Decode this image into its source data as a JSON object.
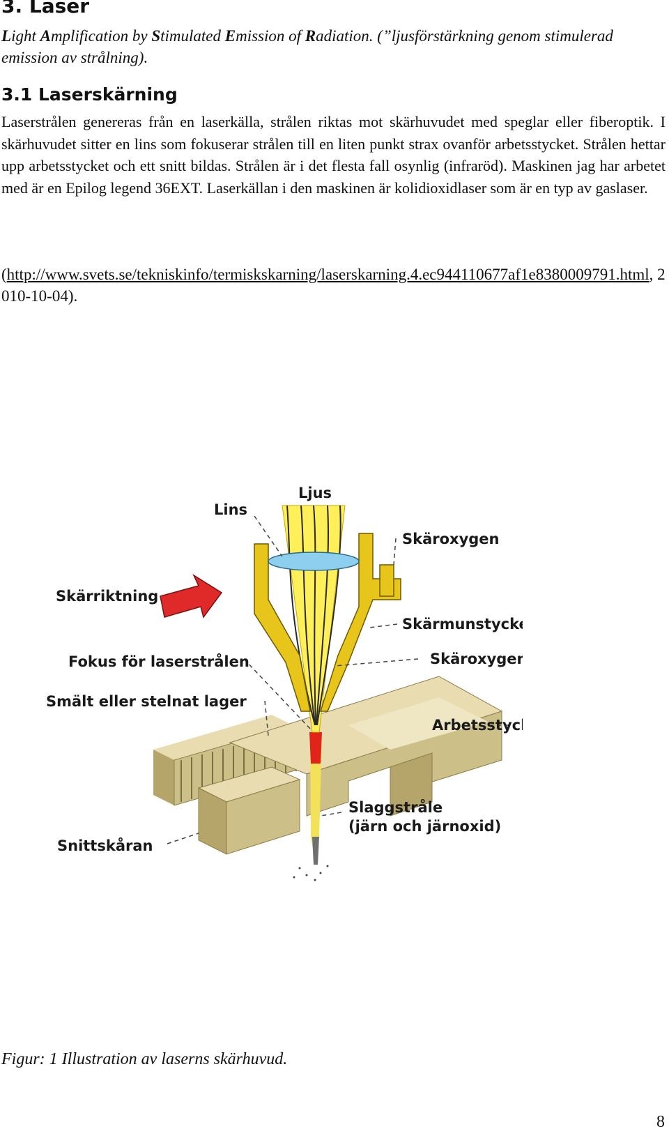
{
  "section": {
    "title": "3. Laser"
  },
  "subtitle": {
    "parts": [
      {
        "b": "L",
        "t": "ight "
      },
      {
        "b": "A",
        "t": "mplification by "
      },
      {
        "b": "S",
        "t": "timulated "
      },
      {
        "b": "E",
        "t": "mission of "
      },
      {
        "b": "R",
        "t": "adiation"
      }
    ],
    "rest": ". (”ljusförstärkning genom stimulerad emission av strålning)."
  },
  "subsection": {
    "title": "3.1 Laserskärning",
    "body": "Laserstrålen genereras från en laserkälla, strålen riktas mot skärhuvudet med speglar eller fiberoptik. I skärhuvudet sitter en lins som fokuserar strålen till en liten punkt strax ovanför arbetsstycket. Strålen hettar upp arbetsstycket och ett snitt bildas. Strålen är i det flesta fall osynlig (infraröd). Maskinen jag har arbetet med är en Epilog legend 36EXT. Laserkällan i den maskinen är kolidioxidlaser som är en typ av gaslaser."
  },
  "reference": {
    "open": "(",
    "link": "http://www.svets.se/tekniskinfo/termiskskarning/laserskarning.4.ec944110677af1e8380009791.html",
    "close": ", 2010-10-04)."
  },
  "figure": {
    "labels": {
      "ljus": "Ljus",
      "lins": "Lins",
      "skaroxygen": "Skäroxygen",
      "skarriktning": "Skärriktning",
      "skarmunstycke": "Skärmunstycke",
      "fokus": "Fokus för laserstrålen",
      "skaroxygenstrale": "Skäroxygenstråle",
      "smalt": "Smält eller stelnat lager",
      "arbetsstycke": "Arbetsstycke",
      "slaggstrale_1": "Slaggstråle",
      "slaggstrale_2": "(järn och järnoxid)",
      "snittskaran": "Snittskåran"
    },
    "caption": "Figur: 1 Illustration av laserns skärhuvud."
  },
  "page_number": "8",
  "colors": {
    "nozzle": "#e8c51a",
    "lens": "#8ecfef",
    "beam": "#fff05a",
    "arrow": "#e02a2a",
    "block_top": "#e8dcb0",
    "block_side": "#b5a56a",
    "block_front": "#cdbf88",
    "flame": "#e2231a"
  }
}
